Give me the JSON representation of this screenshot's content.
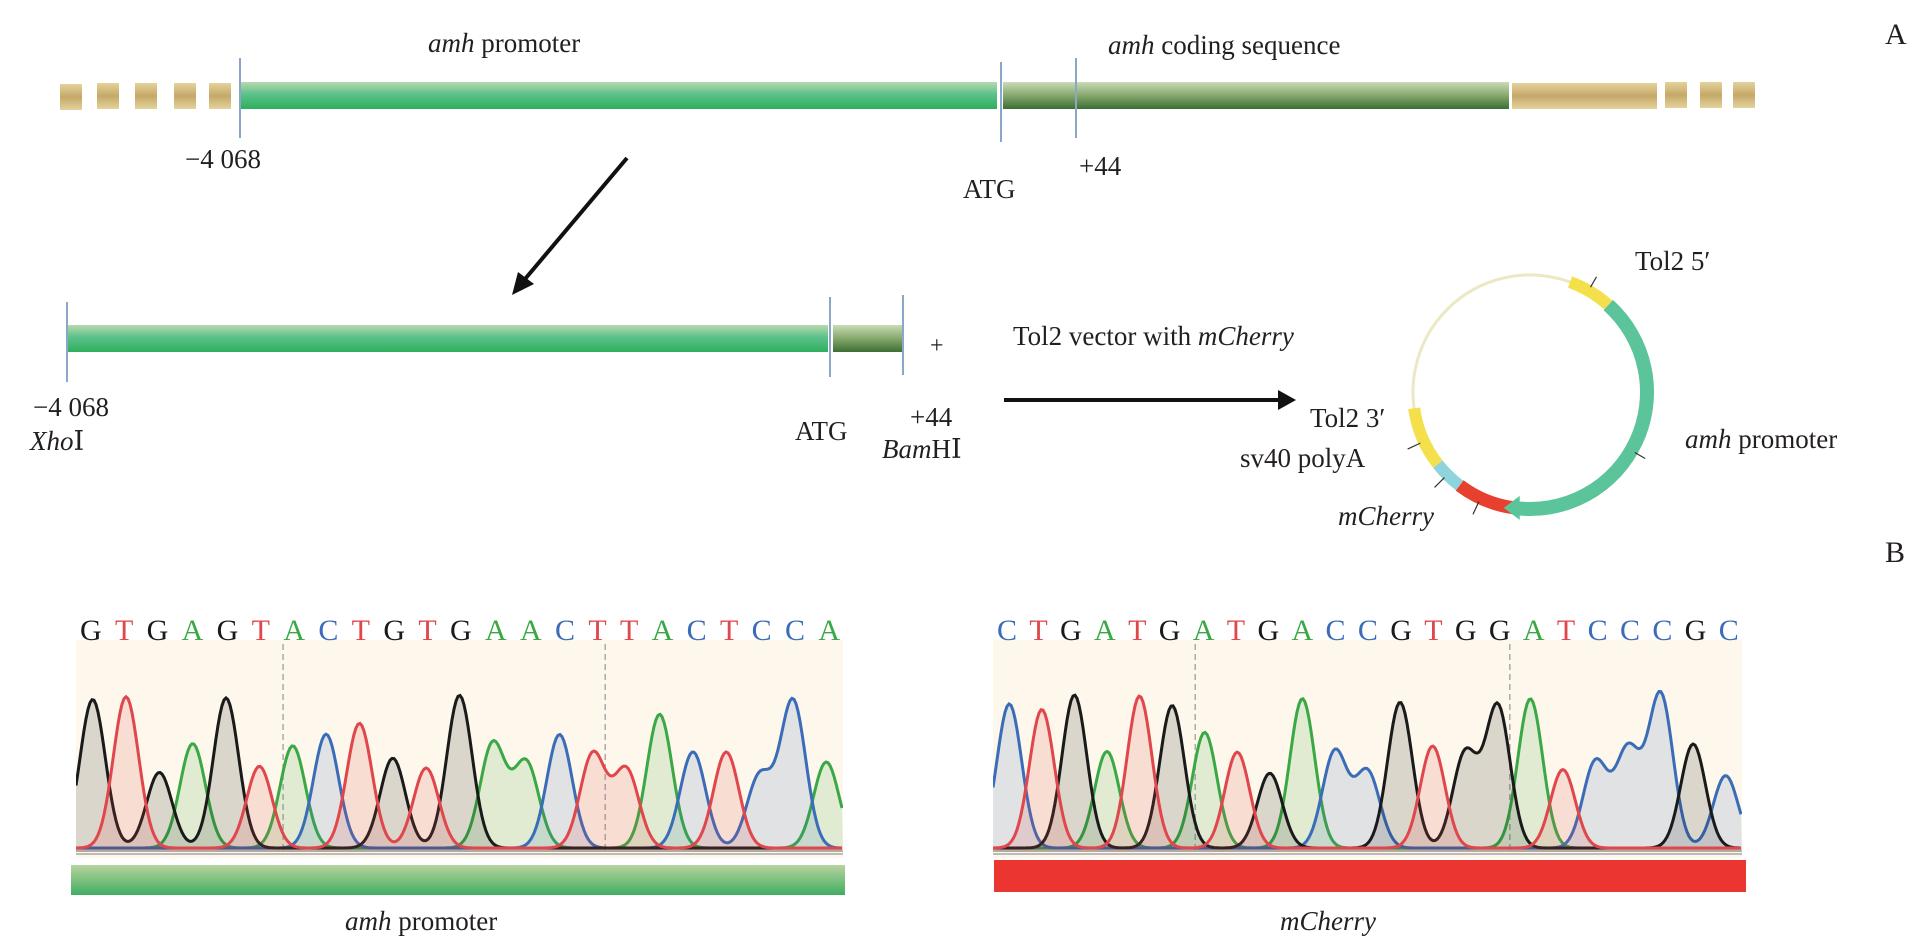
{
  "panel_letters": {
    "a": "A",
    "b": "B"
  },
  "panel_a": {
    "genomic": {
      "promoter_label_italic": "amh",
      "promoter_label_rest": " promoter",
      "cds_label_italic": "amh",
      "cds_label_rest": " coding sequence",
      "start_pos": "−4 068",
      "atg": "ATG",
      "end_pos": "+44"
    },
    "fragment": {
      "start_pos": "−4 068",
      "start_enzyme_italic": "Xho",
      "start_enzyme_rest": "Ⅰ",
      "atg": "ATG",
      "end_pos": "+44",
      "end_enzyme_italic": "Bam",
      "end_enzyme_rest": "HⅠ",
      "plus": "+"
    },
    "vector_label_plain": "Tol2 vector with ",
    "vector_label_italic": "mCherry",
    "plasmid": {
      "labels": {
        "tol2_5": "Tol2 5′",
        "tol2_3": "Tol2 3′",
        "sv40": "sv40 polyA",
        "mcherry": "mCherry",
        "promoter_italic": "amh",
        "promoter_rest": " promoter"
      },
      "colors": {
        "backbone": "#ece8c4",
        "tol2": "#f4e04a",
        "promoter": "#5cc49a",
        "sv40": "#8fd3dc",
        "mcherry": "#e8402e"
      }
    }
  },
  "panel_b": {
    "left": {
      "sequence": [
        "G",
        "T",
        "G",
        "A",
        "G",
        "T",
        "A",
        "C",
        "T",
        "G",
        "T",
        "G",
        "A",
        "A",
        "C",
        "T",
        "T",
        "A",
        "C",
        "T",
        "C",
        "C",
        "A"
      ],
      "caption_italic": "amh",
      "caption_rest": " promoter",
      "bar_color": "#3fae60"
    },
    "right": {
      "sequence": [
        "C",
        "T",
        "G",
        "A",
        "T",
        "G",
        "A",
        "T",
        "G",
        "A",
        "C",
        "C",
        "G",
        "T",
        "G",
        "G",
        "A",
        "T",
        "C",
        "C",
        "C",
        "G",
        "C"
      ],
      "caption_italic": "mCherry",
      "caption_rest": "",
      "bar_color": "#ea3530"
    },
    "trace_colors": {
      "A": "#3aa845",
      "C": "#3b6cb8",
      "G": "#1a1a1a",
      "T": "#e0474c"
    }
  }
}
